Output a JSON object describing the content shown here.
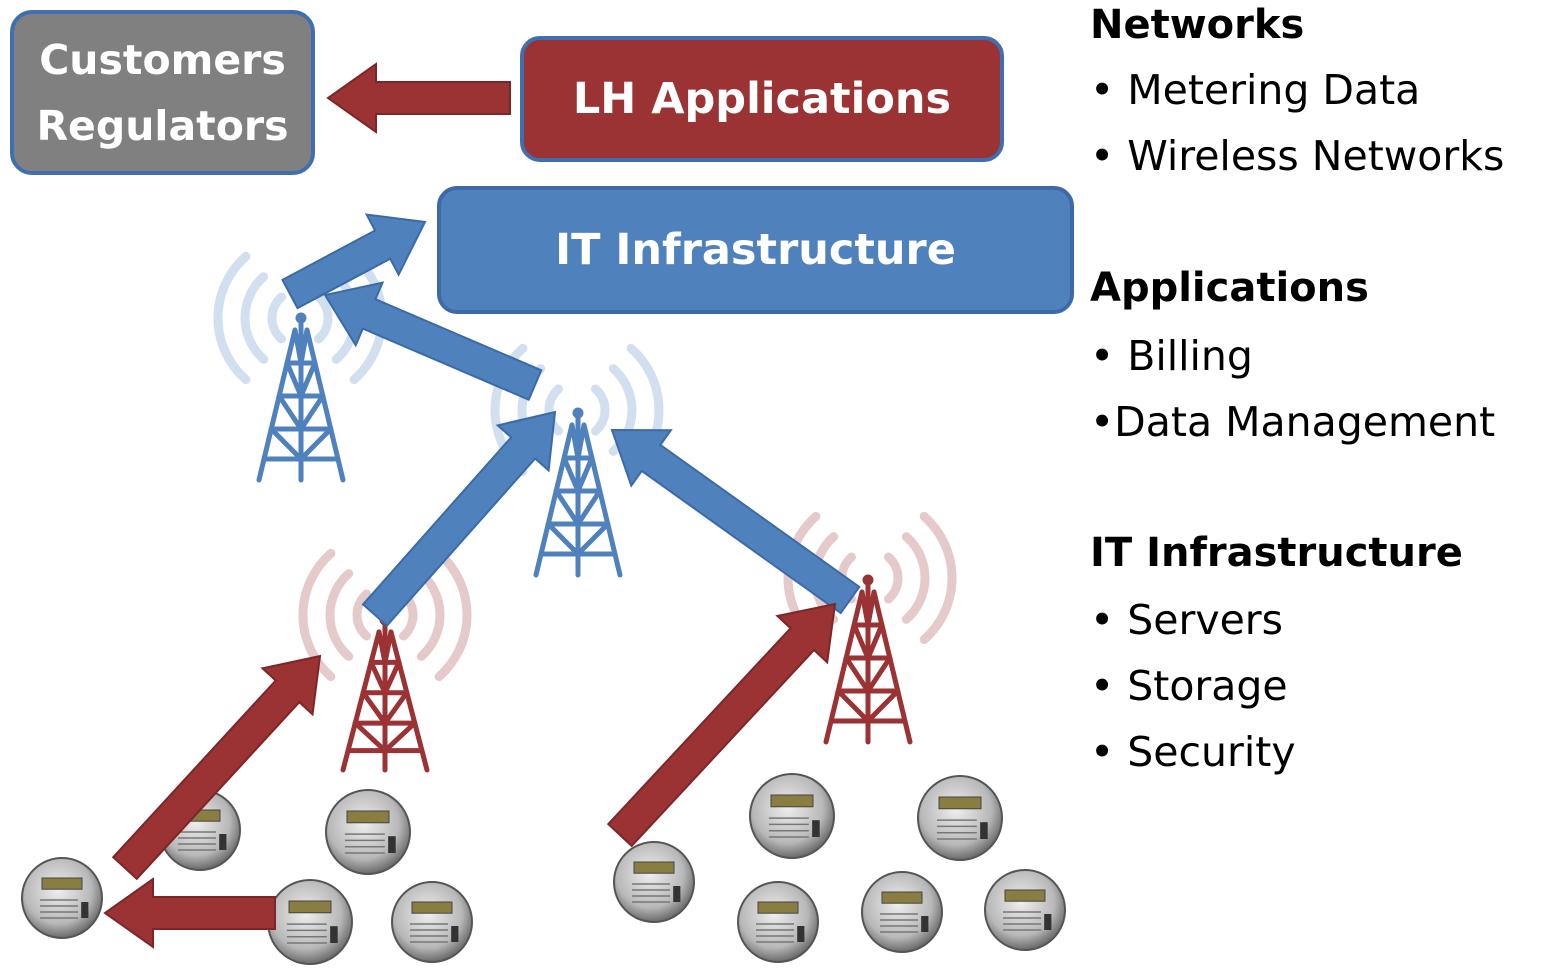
{
  "boxes": {
    "customers": {
      "line1": "Customers",
      "line2": "Regulators"
    },
    "lh_applications": "LH Applications",
    "it_infrastructure": "IT Infrastructure"
  },
  "legend": {
    "networks": {
      "title": "Networks",
      "items": [
        "• Metering Data",
        "• Wireless Networks"
      ]
    },
    "applications": {
      "title": "Applications",
      "items": [
        "• Billing",
        "•Data Management"
      ]
    },
    "it_infrastructure": {
      "title": "IT Infrastructure",
      "items": [
        "• Servers",
        "• Storage",
        "• Security"
      ]
    }
  },
  "colors": {
    "red": "#9b3234",
    "blue": "#4f81bd",
    "gray": "#808080",
    "border_blue": "#3f6fb0"
  },
  "icons": [
    "radio-tower-icon",
    "smart-meter-icon",
    "arrow-icon"
  ]
}
